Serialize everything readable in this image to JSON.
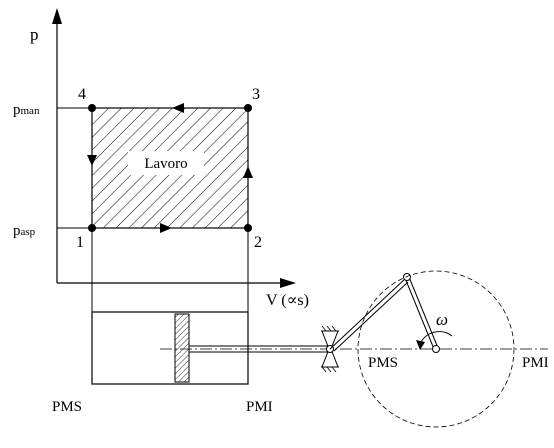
{
  "diagram": {
    "axes": {
      "y_label": "p",
      "x_label": "V (∝s)"
    },
    "pressure_levels": {
      "upper": {
        "base": "p",
        "subscript": "man"
      },
      "lower": {
        "base": "p",
        "subscript": "asp"
      }
    },
    "cycle": {
      "region_label": "Lavoro",
      "points": [
        {
          "id": "1",
          "label": "1"
        },
        {
          "id": "2",
          "label": "2"
        },
        {
          "id": "3",
          "label": "3"
        },
        {
          "id": "4",
          "label": "4"
        }
      ]
    },
    "cylinder": {
      "left_label": "PMS",
      "right_label": "PMI"
    },
    "crank": {
      "angular_velocity_label": "ω",
      "dead_center_left_label": "PMS",
      "dead_center_right_label": "PMI"
    }
  }
}
